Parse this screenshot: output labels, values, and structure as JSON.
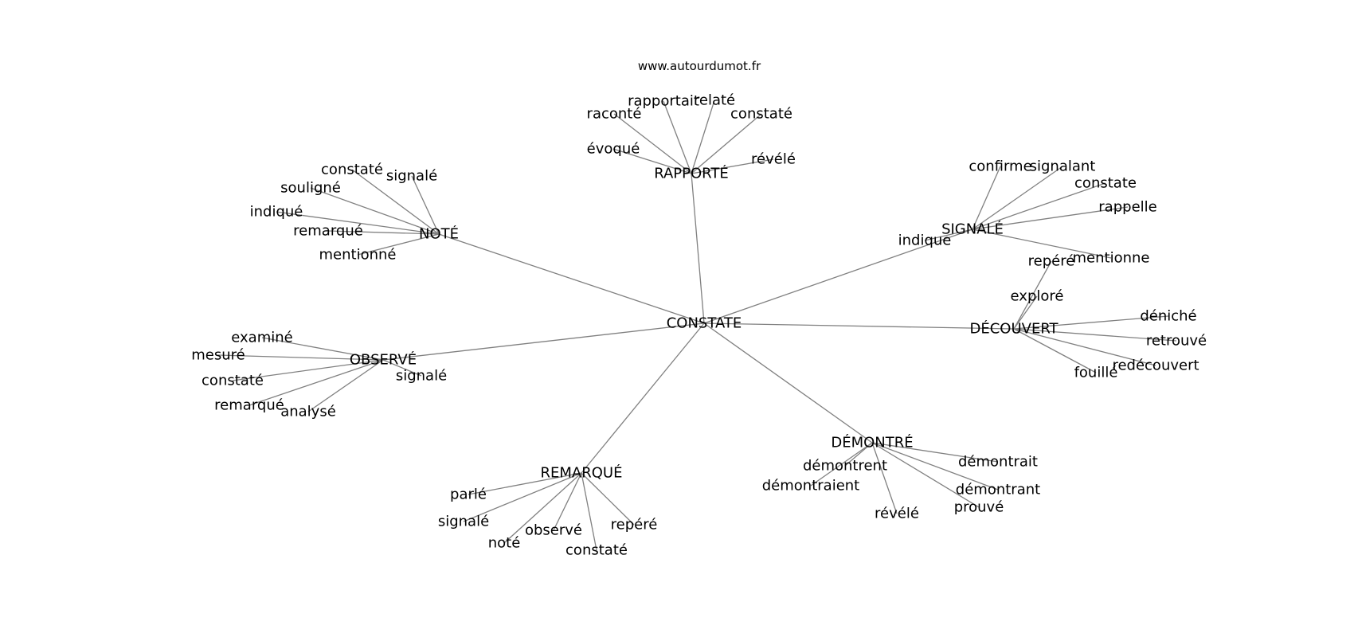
{
  "source": "www.autourdumot.fr",
  "graph": {
    "center": "CONSTATE",
    "groups": [
      {
        "hub": "RAPPORTÉ",
        "leaves": [
          "rapportait",
          "relaté",
          "raconté",
          "constaté",
          "évoqué",
          "révélé"
        ]
      },
      {
        "hub": "NOTÉ",
        "leaves": [
          "constaté",
          "signalé",
          "souligné",
          "indiqué",
          "remarqué",
          "mentionné"
        ]
      },
      {
        "hub": "SIGNALÉ",
        "leaves": [
          "confirme",
          "signalant",
          "constate",
          "rappelle",
          "indique",
          "mentionne"
        ]
      },
      {
        "hub": "DÉCOUVERT",
        "leaves": [
          "repéré",
          "exploré",
          "déniché",
          "retrouvé",
          "redécouvert",
          "fouillé"
        ]
      },
      {
        "hub": "OBSERVÉ",
        "leaves": [
          "examiné",
          "mesuré",
          "constaté",
          "remarqué",
          "analysé",
          "signalé"
        ]
      },
      {
        "hub": "DÉMONTRÉ",
        "leaves": [
          "démontrent",
          "démontrait",
          "démontraient",
          "démontrant",
          "prouvé",
          "révélé"
        ]
      },
      {
        "hub": "REMARQUÉ",
        "leaves": [
          "parlé",
          "signalé",
          "observé",
          "repéré",
          "noté",
          "constaté"
        ]
      }
    ]
  }
}
